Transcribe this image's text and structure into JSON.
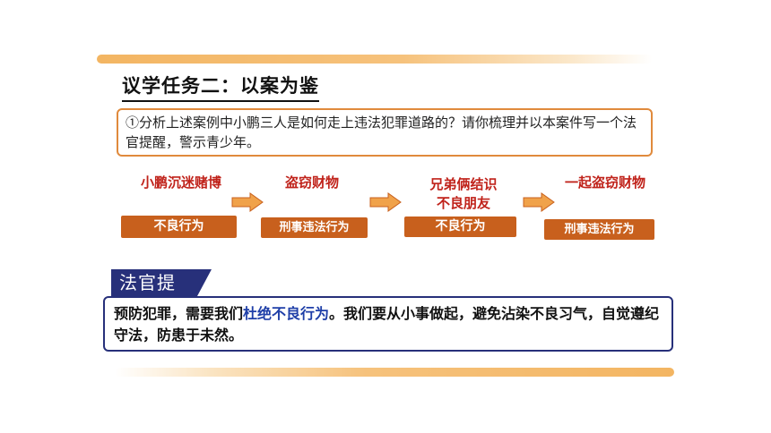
{
  "title": "议学任务二：以案为鉴",
  "question": "①分析上述案例中小鹏三人是如何走上违法犯罪道路的？请你梳理并以本案件写一个法官提醒，警示青少年。",
  "steps": [
    {
      "title": "小鹏沉迷赌博",
      "tag": "不良行为"
    },
    {
      "title": "盗窃财物",
      "tag": "刑事违法行为"
    },
    {
      "title_line1": "兄弟俩结识",
      "title_line2": "不良朋友",
      "tag": "不良行为"
    },
    {
      "title": "一起盗窃财物",
      "tag": "刑事违法行为"
    }
  ],
  "reminder": {
    "badge": "法官提",
    "text_before": "预防犯罪，需要我们",
    "text_highlight": "杜绝不良行为",
    "text_after": "。我们要从小事做起，避免沾染不良习气，自觉遵纪守法，防患于未然。"
  },
  "colors": {
    "step_title": "#c0231b",
    "tag_bg": "#c8601d",
    "arrow": "#f0a24a",
    "frame_orange": "#e08a3c",
    "frame_navy": "#27307a",
    "highlight": "#1f3fa8"
  }
}
